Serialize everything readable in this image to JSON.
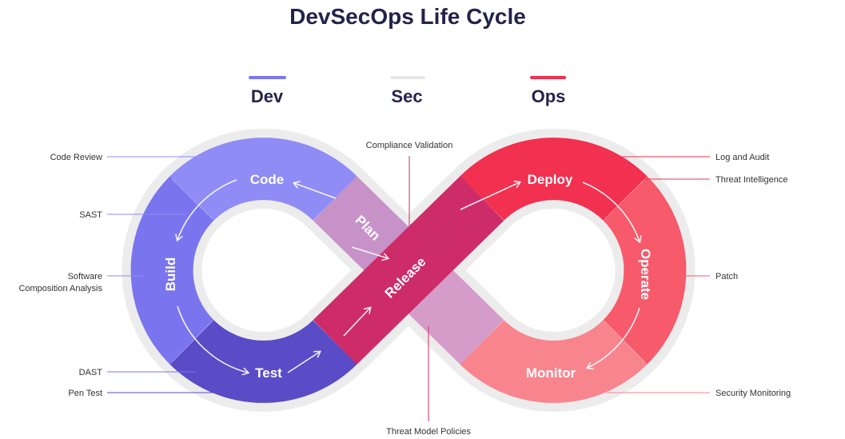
{
  "diagram": {
    "title": "DevSecOps Life Cycle",
    "legend": [
      {
        "label": "Dev",
        "color": "#7b76f2"
      },
      {
        "label": "Sec",
        "color": "#e3e3e3"
      },
      {
        "label": "Ops",
        "color": "#f2304f"
      }
    ],
    "stages": {
      "code": "Code",
      "build": "Build",
      "test": "Test",
      "plan": "Plan",
      "release": "Release",
      "deploy": "Deploy",
      "operate": "Operate",
      "monitor": "Monitor"
    },
    "annotations": {
      "code_review": "Code Review",
      "sast": "SAST",
      "sca_line1": "Software",
      "sca_line2": "Composition Analysis",
      "dast": "DAST",
      "pen_test": "Pen Test",
      "compliance_validation": "Compliance Validation",
      "threat_model_policies": "Threat Model Policies",
      "log_and_audit": "Log and Audit",
      "threat_intelligence": "Threat Intelligence",
      "patch": "Patch",
      "security_monitoring": "Security Monitoring"
    }
  }
}
